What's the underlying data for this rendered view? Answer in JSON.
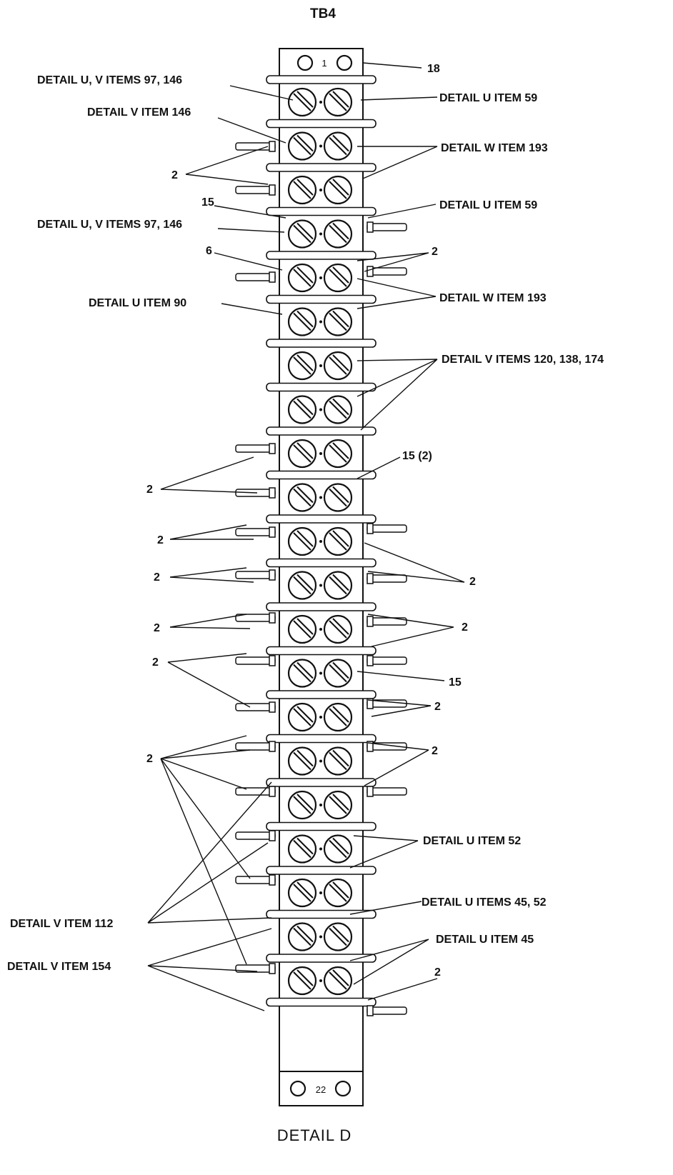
{
  "title": "TB4",
  "caption": "DETAIL D",
  "terminal_numbers": {
    "top": "1",
    "bottom": "22"
  },
  "labels": {
    "l18": "18",
    "detail_uv_97_146_a": "DETAIL U, V ITEMS 97, 146",
    "detail_u_59_a": "DETAIL U ITEM 59",
    "detail_v_146": "DETAIL V ITEM 146",
    "detail_w_193_a": "DETAIL W ITEM 193",
    "two_a": "2",
    "fifteen_a": "15",
    "detail_u_59_b": "DETAIL U ITEM 59",
    "detail_uv_97_146_b": "DETAIL U, V ITEMS 97, 146",
    "two_b": "2",
    "six": "6",
    "detail_u_90": "DETAIL U ITEM 90",
    "detail_w_193_b": "DETAIL W ITEM 193",
    "detail_v_120_138_174": "DETAIL V ITEMS 120, 138, 174",
    "fifteen_two": "15 (2)",
    "two_c": "2",
    "two_d": "2",
    "two_e": "2",
    "two_f": "2",
    "two_g": "2",
    "two_h": "2",
    "two_i": "2",
    "fifteen_b": "15",
    "two_j": "2",
    "two_k": "2",
    "two_l": "2",
    "detail_u_52": "DETAIL U ITEM 52",
    "detail_u_45_52": "DETAIL U ITEMS 45, 52",
    "detail_v_112": "DETAIL V ITEM 112",
    "detail_u_45": "DETAIL U ITEM 45",
    "detail_v_154": "DETAIL V ITEM 154",
    "two_m": "2"
  }
}
